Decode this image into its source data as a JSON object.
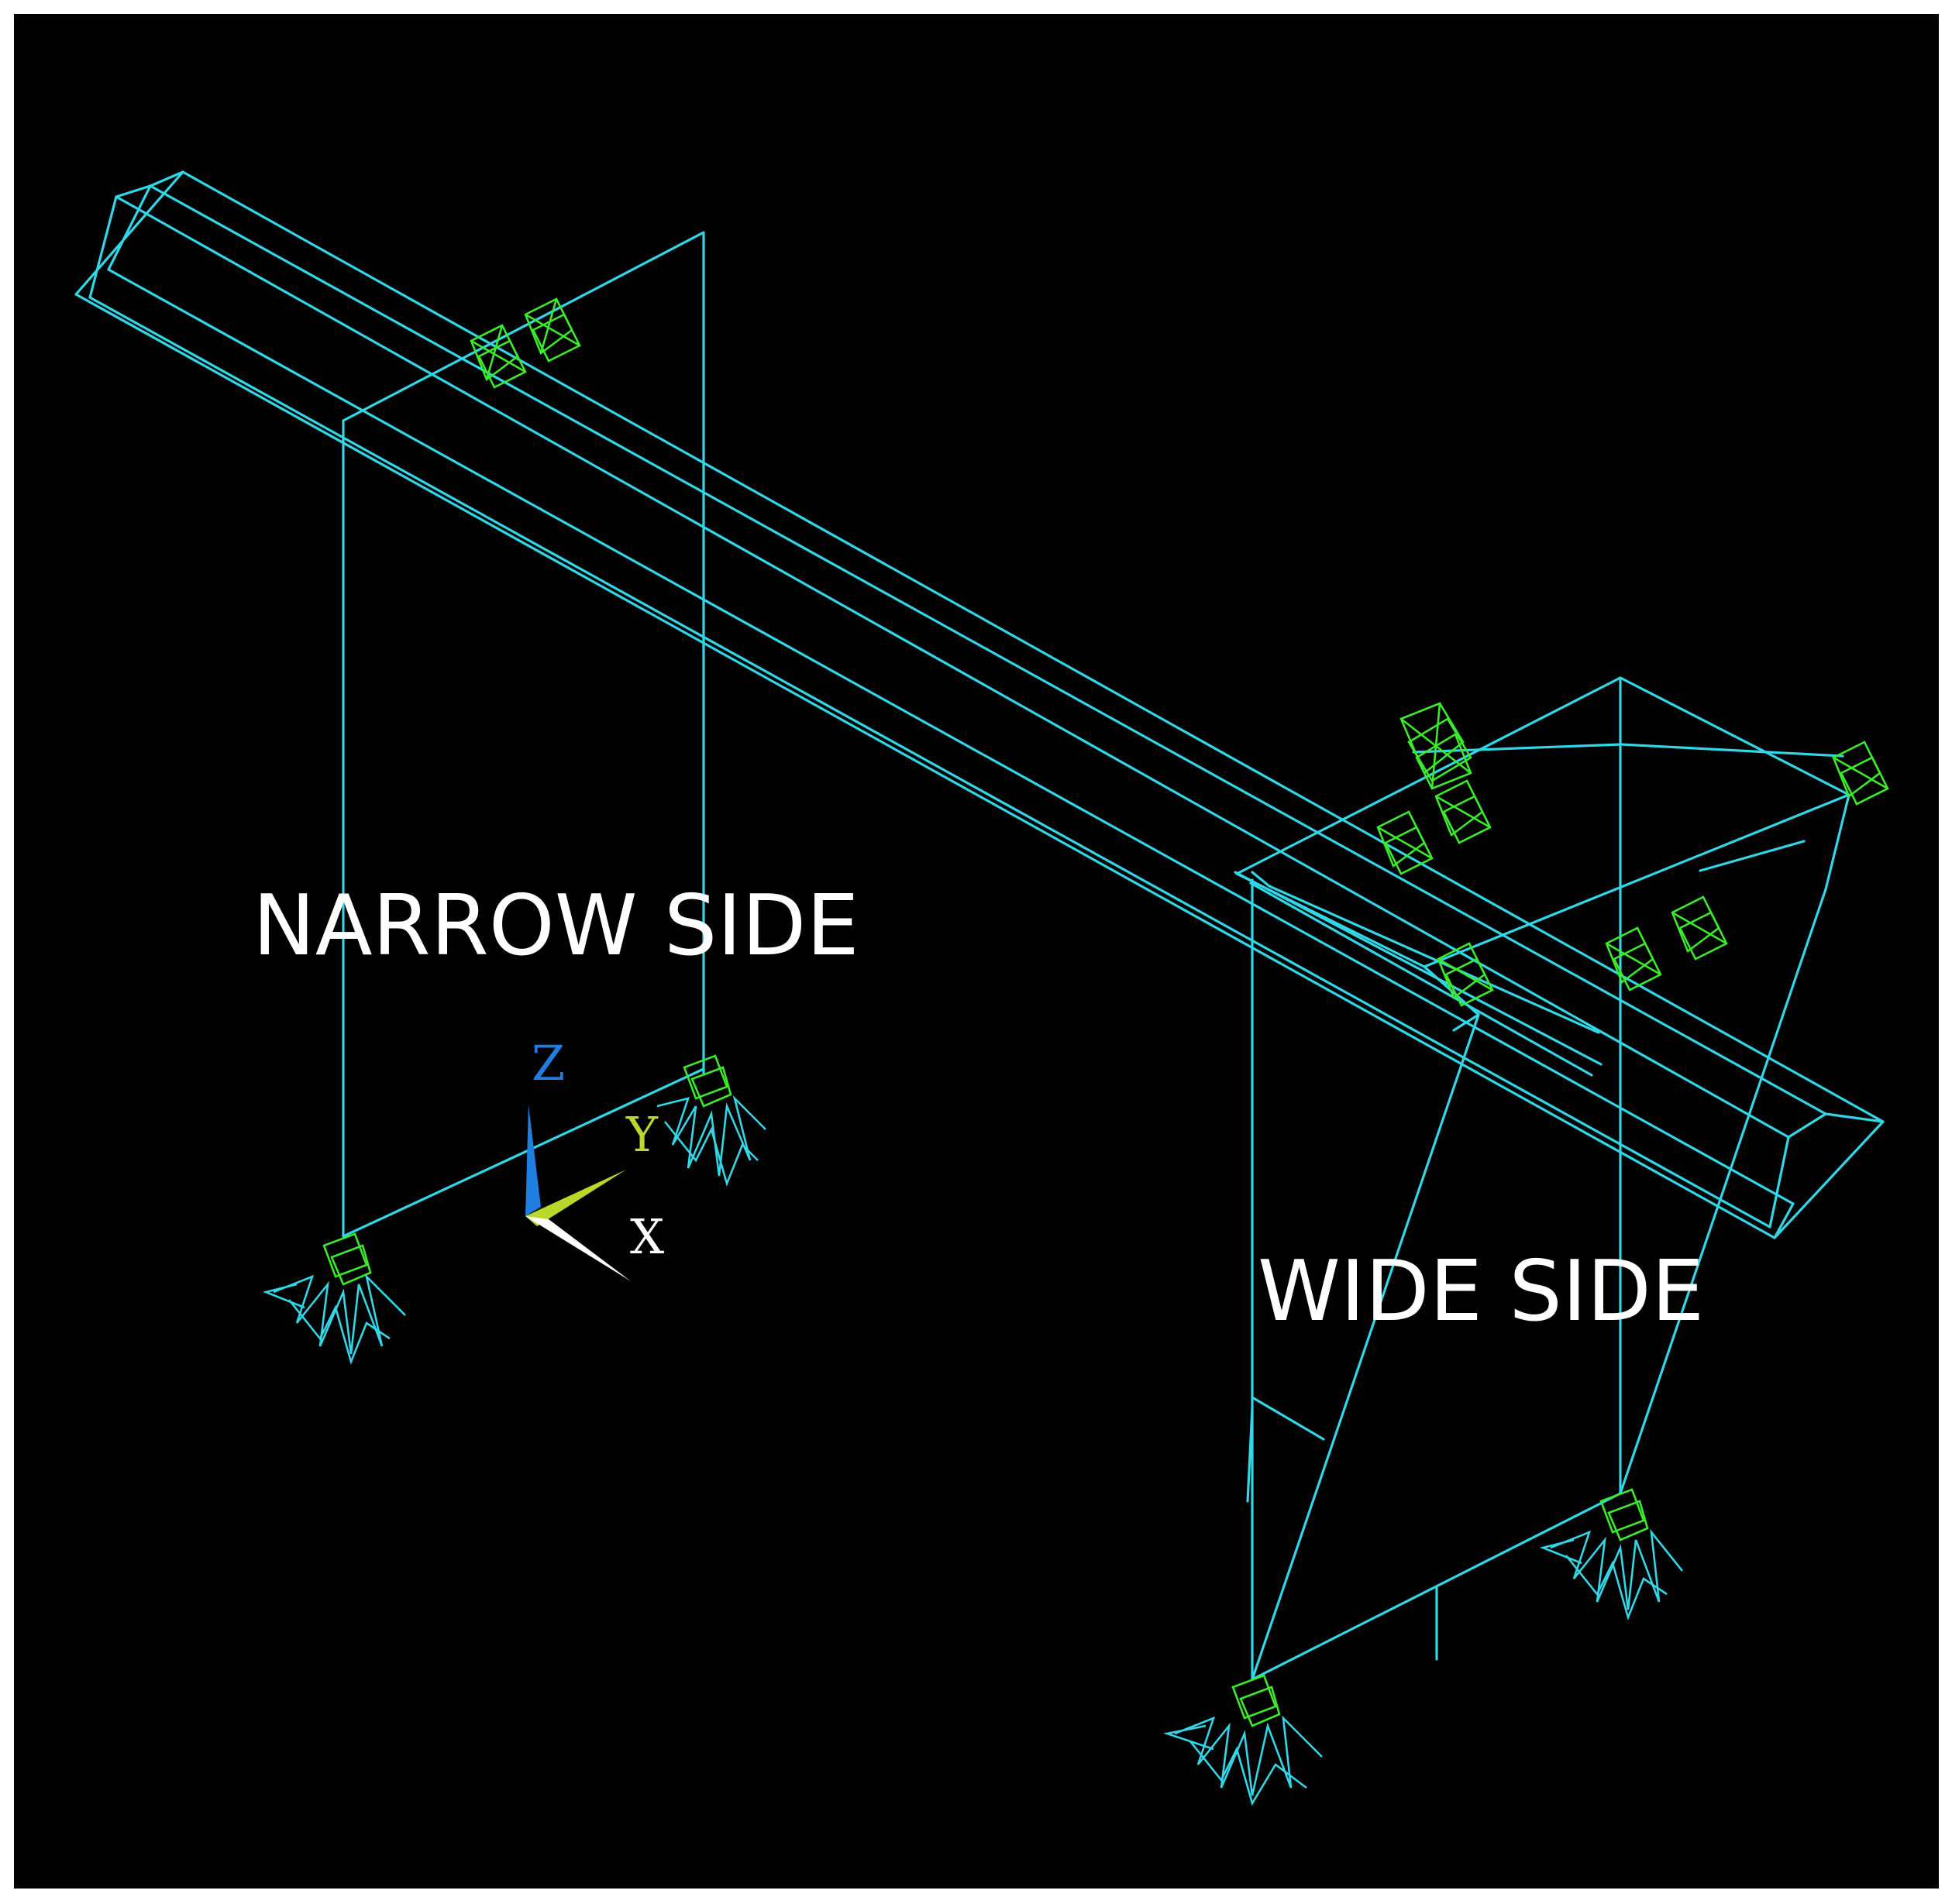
{
  "labels": {
    "narrow": "NARROW SIDE",
    "wide": "WIDE SIDE"
  },
  "axis_triad": {
    "z": "Z",
    "y": "Y",
    "x": "X"
  },
  "colors": {
    "background": "#000000",
    "frame": "#33d6e6",
    "constraint_symbol": "#3bea2a",
    "support_symbol": "#33d6e6",
    "axis_z": "#1e7fe0",
    "axis_y": "#b8d82a",
    "axis_x": "#ffffff",
    "label": "#ffffff"
  }
}
